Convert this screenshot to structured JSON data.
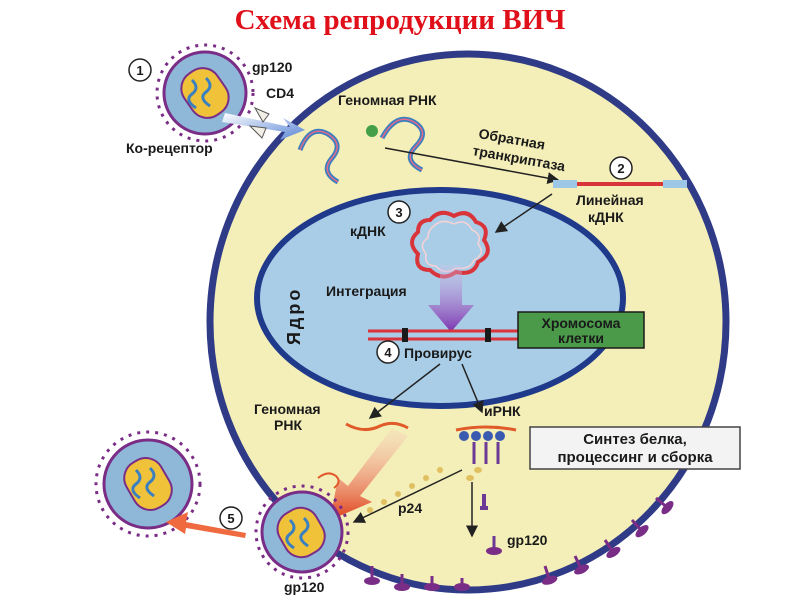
{
  "title": "Схема репродукции ВИЧ",
  "colors": {
    "title": "#e0101a",
    "cytoplasm": "#f4eeb8",
    "cell_membrane": "#2f3b86",
    "nucleus": "#a9cde6",
    "receptor_spikes": "#7a2d86",
    "rna": "#3a7fc0",
    "dna_strand": "#d9343a",
    "integration_arrow": "#8a3fb0",
    "chromosome_box": "#4a9a4a"
  },
  "labels": {
    "gp120_top": "gp120",
    "cd4": "CD4",
    "co_receptor": "Ко-рецептор",
    "genomic_rna_top": "Геномная РНК",
    "reverse_transcriptase_1": "Обратная",
    "reverse_transcriptase_2": "транкриптаза",
    "linear_cdna_1": "Линейная",
    "linear_cdna_2": "кДНК",
    "cdna": "кДНК",
    "nucleus": "Ядро",
    "integration": "Интеграция",
    "chromosome_1": "Хромосома",
    "chromosome_2": "клетки",
    "provirus": "Провирус",
    "genomic_rna_bottom_1": "Геномная",
    "genomic_rna_bottom_2": "РНК",
    "mrna": "иРНК",
    "protein_synthesis_1": "Синтез белка,",
    "protein_synthesis_2": "процессинг и сборка",
    "p24": "p24",
    "gp120_inner": "gp120",
    "gp120_bottom": "gp120"
  },
  "steps": [
    "1",
    "2",
    "3",
    "4",
    "5"
  ]
}
